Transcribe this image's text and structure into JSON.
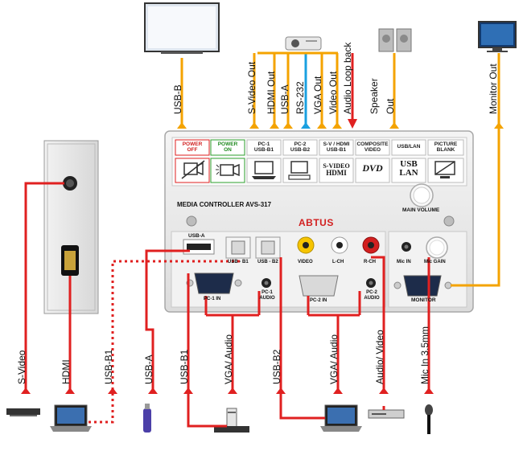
{
  "device": {
    "title": "MEDIA CONTROLLER AVS-317",
    "brand": "ABTUS",
    "main_volume": "MAIN VOLUME",
    "mic_gain": "Mic GAIN",
    "mic_in": "Mic IN",
    "monitor": "MONITOR",
    "buttons": [
      {
        "top": "POWER",
        "bottom": "OFF",
        "icon": "camera-off-icon"
      },
      {
        "top": "POWER",
        "bottom": "ON",
        "icon": "camera-on-icon"
      },
      {
        "top": "PC-1",
        "bottom": "USB-B1",
        "icon": "laptop-icon"
      },
      {
        "top": "PC-2",
        "bottom": "USB-B2",
        "icon": "pc-icon"
      },
      {
        "top": "S-V / HDMI",
        "bottom": "USB-B1",
        "icon": "svideo-hdmi-icon"
      },
      {
        "top": "COMPOSITE",
        "bottom": "VIDEO",
        "icon": "dvd-icon"
      },
      {
        "top": "USB/LAN",
        "bottom": "",
        "icon": "usb-lan-icon"
      },
      {
        "top": "PICTURE",
        "bottom": "BLANK",
        "icon": "picture-blank-icon"
      }
    ],
    "button_glyph_text": {
      "svideo": "S-VIDEO",
      "hdmi": "HDMI",
      "dvd": "DVD",
      "usb": "USB",
      "lan": "LAN"
    },
    "ports": {
      "usb_a": "USB-A",
      "usb_b1": "USB - B1",
      "usb_b2": "USB - B2",
      "video": "VIDEO",
      "l_ch": "L-CH",
      "r_ch": "R-CH",
      "pc1_in": "PC-1 IN",
      "pc1_audio": "PC-1 AUDIO",
      "pc2_in": "PC-2 IN",
      "pc2_audio": "PC-2 AUDIO"
    }
  },
  "top_labels": [
    "USB-B",
    "S-Video Out",
    "HDMI Out",
    "USB-A",
    "RS-232",
    "VGA Out",
    "Video Out",
    "Audio Loop back",
    "Speaker",
    "Out",
    "Monitor Out"
  ],
  "bottom_labels": [
    "S-Video",
    "HDMI",
    "USB-B1",
    "USB-A",
    "USB-B1",
    "VGA/ Audio",
    "USB-B2",
    "VGA/ Audio",
    "Audio/ Video",
    "Mic In 3.5mm"
  ],
  "colors": {
    "red_line": "#e02020",
    "orange_line": "#f4a300",
    "blue_line": "#1aa0e0",
    "panel": "#ededed"
  }
}
